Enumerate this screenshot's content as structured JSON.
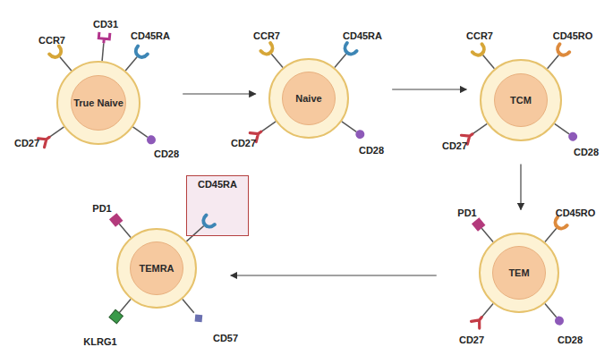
{
  "diagram": {
    "nodes": [
      {
        "text": [
          "True Naive"
        ]
      },
      {
        "text": [
          "Naive"
        ]
      },
      {
        "text": [
          "TCM"
        ]
      },
      {
        "text": [
          "TEM"
        ]
      },
      {
        "text": [
          "TEMRA"
        ]
      },
      {
        "text": [
          "CD45RA"
        ]
      }
    ],
    "edges": [
      {
        "from": 0,
        "to": 1,
        "arrow": "to"
      },
      {
        "from": 1,
        "to": 2,
        "arrow": "to"
      },
      {
        "from": 2,
        "to": 3,
        "arrow": "to"
      },
      {
        "from": 3,
        "to": 4,
        "arrow": "to"
      }
    ],
    "labels": [
      "CCR7",
      "CD31",
      "CD45RA",
      "CD27",
      "CD28",
      "CCR7",
      "CD45RA",
      "CD27",
      "CD28",
      "CCR7",
      "CD45RO",
      "CD27",
      "CD28",
      "PD1",
      "CD45RO",
      "CD27",
      "CD28",
      "PD1",
      "KLRG1",
      "CD57"
    ]
  }
}
